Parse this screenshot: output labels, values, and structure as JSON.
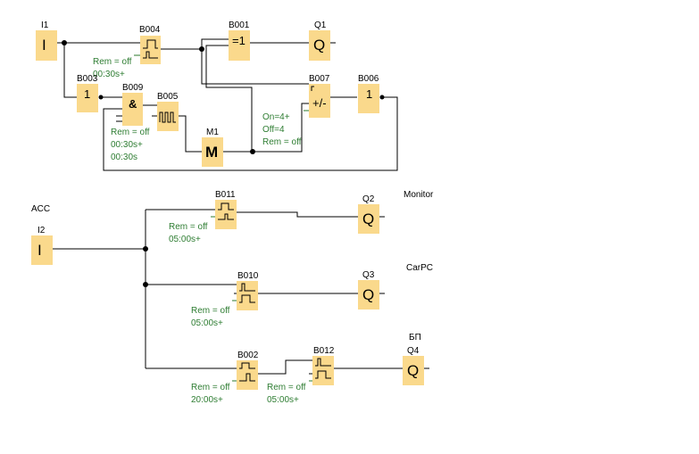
{
  "diagram": {
    "type": "LOGO! function block diagram",
    "blocks": [
      {
        "id": "I1",
        "label": "I1",
        "symbol": "I",
        "kind": "input"
      },
      {
        "id": "B004",
        "label": "B004",
        "symbol": "off-delay-pulse",
        "kind": "timer",
        "params": [
          "Rem = off",
          "00:30s+"
        ]
      },
      {
        "id": "B001",
        "label": "B001",
        "symbol": "=1",
        "kind": "xor"
      },
      {
        "id": "Q1",
        "label": "Q1",
        "symbol": "Q",
        "kind": "output"
      },
      {
        "id": "B003",
        "label": "B003",
        "symbol": "1",
        "kind": "not"
      },
      {
        "id": "B009",
        "label": "B009",
        "symbol": "&",
        "kind": "and",
        "params": [
          "Rem = off",
          "00:30s+",
          "00:30s"
        ]
      },
      {
        "id": "B005",
        "label": "B005",
        "symbol": "pulse-generator",
        "kind": "generator"
      },
      {
        "id": "M1",
        "label": "M1",
        "symbol": "M",
        "kind": "flag"
      },
      {
        "id": "B007",
        "label": "B007",
        "symbol": "+/-",
        "kind": "counter",
        "params": [
          "On=4+",
          "Off=4",
          "Rem = off"
        ]
      },
      {
        "id": "B006",
        "label": "B006",
        "symbol": "1",
        "kind": "not"
      },
      {
        "id": "I2",
        "label": "I2",
        "symbol": "I",
        "kind": "input",
        "name": "ACC"
      },
      {
        "id": "B011",
        "label": "B011",
        "symbol": "off-delay-pulse",
        "kind": "timer",
        "params": [
          "Rem = off",
          "05:00s+"
        ]
      },
      {
        "id": "Q2",
        "label": "Q2",
        "symbol": "Q",
        "kind": "output",
        "name": "Monitor"
      },
      {
        "id": "B010",
        "label": "B010",
        "symbol": "on-off-delay",
        "kind": "timer",
        "params": [
          "Rem = off",
          "05:00s+"
        ]
      },
      {
        "id": "Q3",
        "label": "Q3",
        "symbol": "Q",
        "kind": "output",
        "name": "CarPC"
      },
      {
        "id": "B002",
        "label": "B002",
        "symbol": "off-delay-pulse",
        "kind": "timer",
        "params": [
          "Rem = off",
          "20:00s+"
        ]
      },
      {
        "id": "B012",
        "label": "B012",
        "symbol": "on-off-delay",
        "kind": "timer",
        "params": [
          "Rem = off",
          "05:00s+"
        ]
      },
      {
        "id": "Q4",
        "label": "Q4",
        "symbol": "Q",
        "kind": "output",
        "name": "БП"
      }
    ],
    "names": {
      "acc": "ACC",
      "monitor": "Monitor",
      "carpc": "CarPC",
      "bp": "БП"
    },
    "symbols": {
      "input": "I",
      "output": "Q",
      "flag": "M",
      "xor": "=1",
      "not": "1",
      "and": "&",
      "counter": "+/-"
    },
    "colors": {
      "block_fill": "#fad98c",
      "param_text": "#2e7d32",
      "wire": "#000000"
    }
  }
}
